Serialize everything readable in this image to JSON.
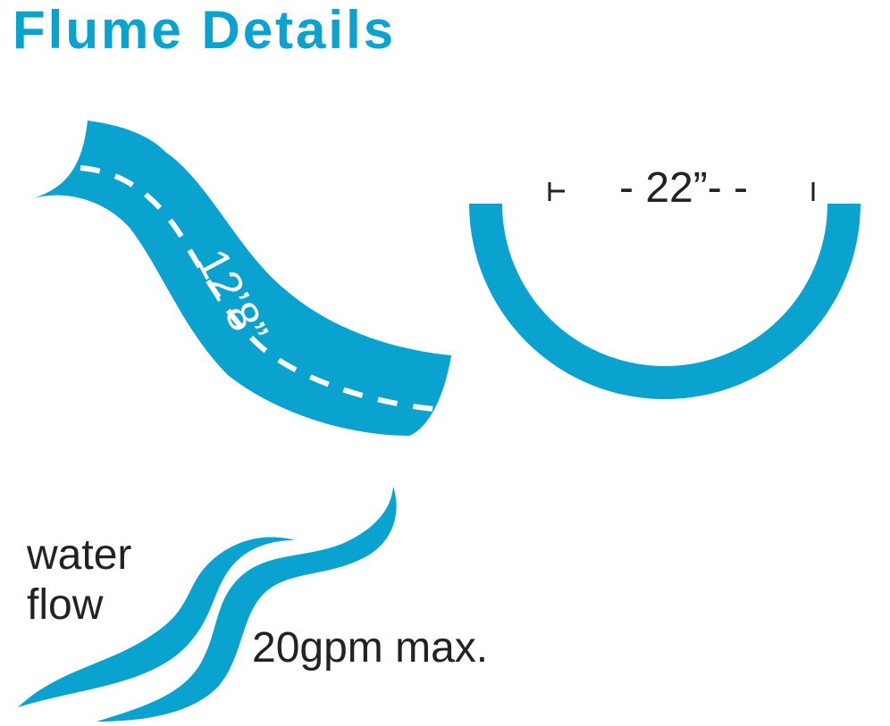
{
  "title": "Flume Details",
  "colors": {
    "accent": "#0aa2cf",
    "text": "#222222",
    "background": "#ffffff"
  },
  "slide_diagram": {
    "length_label": "12’8”"
  },
  "cross_section": {
    "width_label": "- 22”- -"
  },
  "water_flow": {
    "label_line1": "water",
    "label_line2": "flow",
    "rate": "20gpm max."
  }
}
